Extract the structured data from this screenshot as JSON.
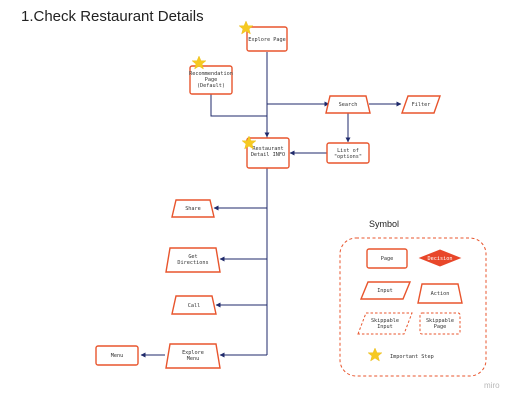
{
  "title": "1.Check Restaurant Details",
  "watermark": "miro",
  "nodes": {
    "explore_page": [
      "Explore Page"
    ],
    "recommendation": [
      "Recommendation",
      "Page",
      "(Default)"
    ],
    "search": [
      "Search"
    ],
    "filter": [
      "Filter"
    ],
    "list_options": [
      "List of",
      "\"options\""
    ],
    "restaurant_detail": [
      "Restaurant",
      "Detail INFO"
    ],
    "share": [
      "Share"
    ],
    "get_directions": [
      "Get",
      "Directions"
    ],
    "call": [
      "Call"
    ],
    "explore_menu": [
      "Explore",
      "Menu"
    ],
    "menu": [
      "Menu"
    ]
  },
  "legend": {
    "title": "Symbol",
    "page": "Page",
    "decision": "Decision",
    "input": "Input",
    "action": "Action",
    "skippable_input": [
      "Skippable",
      "Input"
    ],
    "skippable_page": [
      "Skippable",
      "Page"
    ],
    "important_step": "Important Step"
  },
  "colors": {
    "accent": "#e8552d",
    "decision": "#e8472a",
    "edge": "#1f2a6b",
    "star": "#f6c921"
  }
}
